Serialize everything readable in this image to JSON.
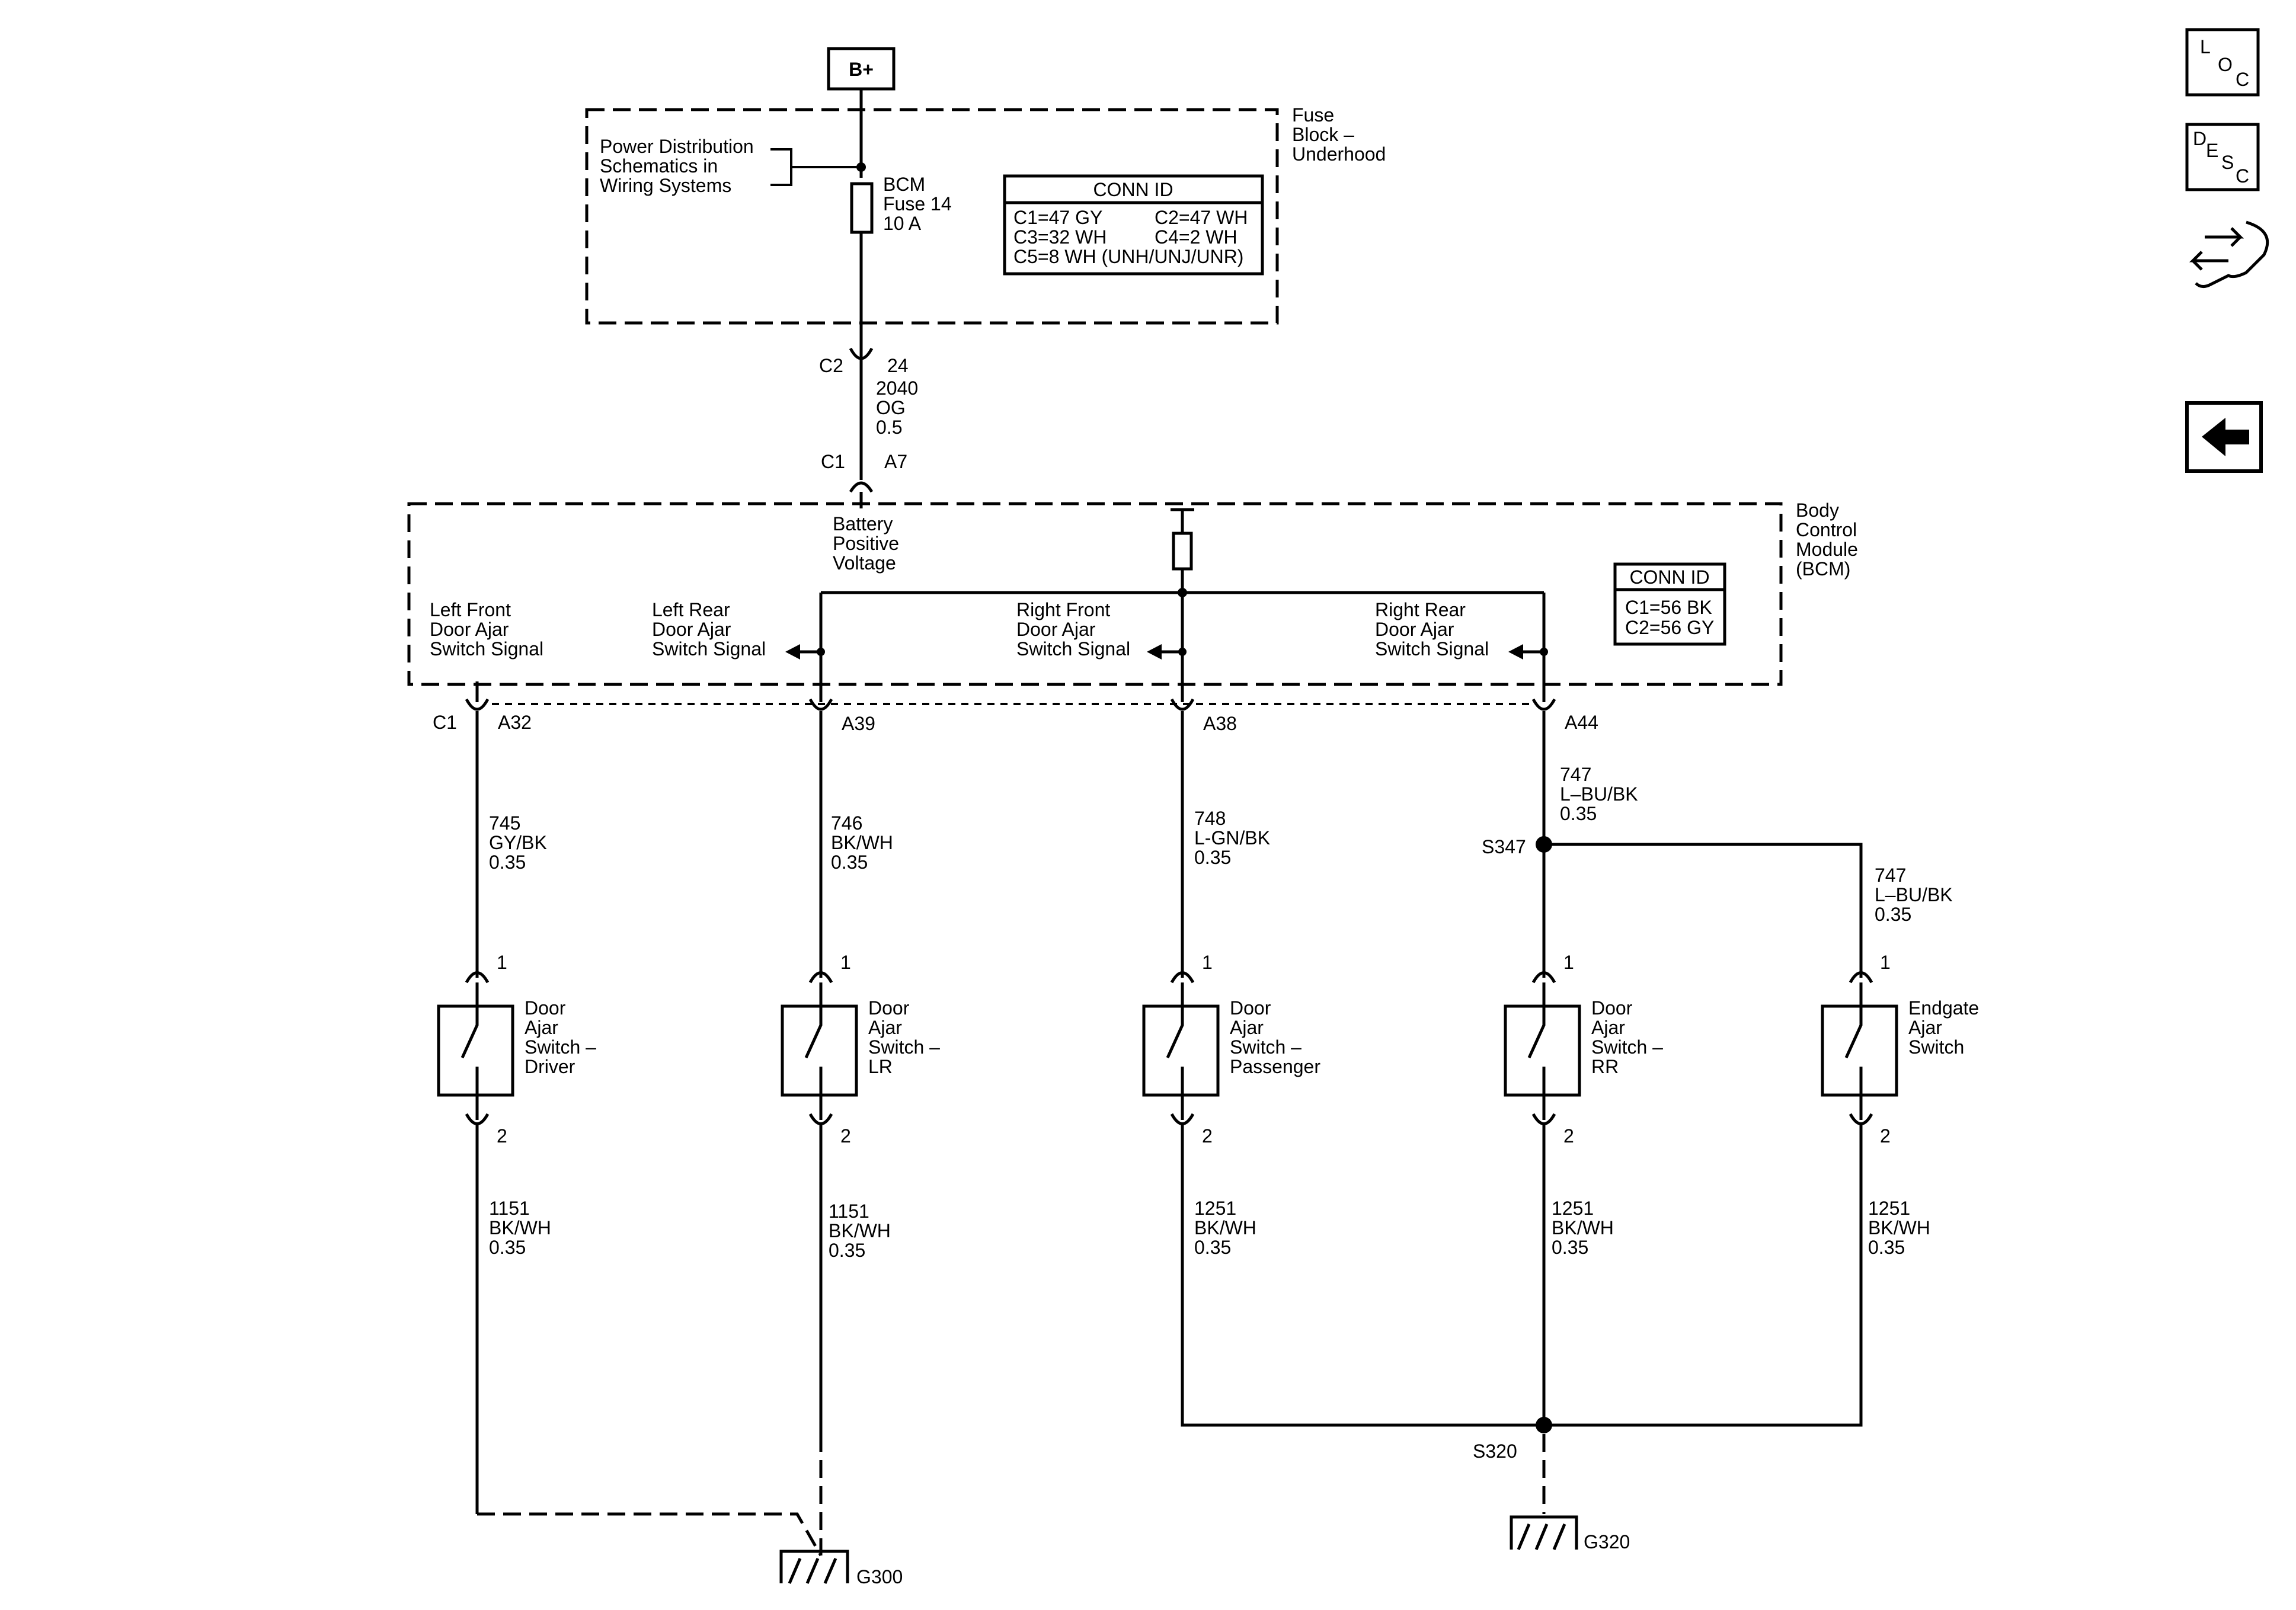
{
  "power": {
    "b_plus": "B+"
  },
  "fuse_block": {
    "label": [
      "Fuse",
      "Block –",
      "Underhood"
    ],
    "pd_ref": [
      "Power Distribution",
      "Schematics in",
      "Wiring Systems"
    ],
    "fuse_label": [
      "BCM",
      "Fuse 14",
      "10 A"
    ],
    "conn_id_title": "CONN ID",
    "conn_id": [
      "C1=47 GY",
      "C2=47 WH",
      "C3=32 WH",
      "C4=2 WH",
      "C5=8 WH (UNH/UNJ/UNR)"
    ]
  },
  "feed_wire": {
    "conn_top": "C2",
    "pin_top": "24",
    "circuit": "2040",
    "color": "OG",
    "gauge": "0.5",
    "conn_bottom": "C1",
    "pin_bottom": "A7"
  },
  "bcm": {
    "label": [
      "Body",
      "Control",
      "Module",
      "(BCM)"
    ],
    "bpv": [
      "Battery",
      "Positive",
      "Voltage"
    ],
    "conn_id_title": "CONN ID",
    "conn_id": [
      "C1=56 BK",
      "C2=56 GY"
    ],
    "signals": [
      [
        "Left Front",
        "Door Ajar",
        "Switch Signal"
      ],
      [
        "Left Rear",
        "Door Ajar",
        "Switch Signal"
      ],
      [
        "Right Front",
        "Door Ajar",
        "Switch Signal"
      ],
      [
        "Right Rear",
        "Door Ajar",
        "Switch Signal"
      ]
    ],
    "conn": "C1",
    "pins": [
      "A32",
      "A39",
      "A38",
      "A44"
    ]
  },
  "upper_wires": [
    [
      "745",
      "GY/BK",
      "0.35"
    ],
    [
      "746",
      "BK/WH",
      "0.35"
    ],
    [
      "748",
      "L-GN/BK",
      "0.35"
    ],
    [
      "747",
      "L–BU/BK",
      "0.35"
    ],
    [
      "747",
      "L–BU/BK",
      "0.35"
    ]
  ],
  "splice_top": "S347",
  "switches": [
    [
      "Door",
      "Ajar",
      "Switch –",
      "Driver"
    ],
    [
      "Door",
      "Ajar",
      "Switch –",
      "LR"
    ],
    [
      "Door",
      "Ajar",
      "Switch –",
      "Passenger"
    ],
    [
      "Door",
      "Ajar",
      "Switch –",
      "RR"
    ],
    [
      "Endgate",
      "Ajar",
      "Switch"
    ]
  ],
  "switch_pins": {
    "top": "1",
    "bottom": "2"
  },
  "lower_wires": [
    [
      "1151",
      "BK/WH",
      "0.35"
    ],
    [
      "1151",
      "BK/WH",
      "0.35"
    ],
    [
      "1251",
      "BK/WH",
      "0.35"
    ],
    [
      "1251",
      "BK/WH",
      "0.35"
    ],
    [
      "1251",
      "BK/WH",
      "0.35"
    ]
  ],
  "splice_bottom": "S320",
  "grounds": [
    "G300",
    "G320"
  ],
  "nav": {
    "loc": [
      "L",
      "O",
      "C"
    ],
    "desc": [
      "D",
      "E",
      "S",
      "C"
    ],
    "tool": "wrench-tool-icon",
    "back": "back-arrow-icon"
  }
}
